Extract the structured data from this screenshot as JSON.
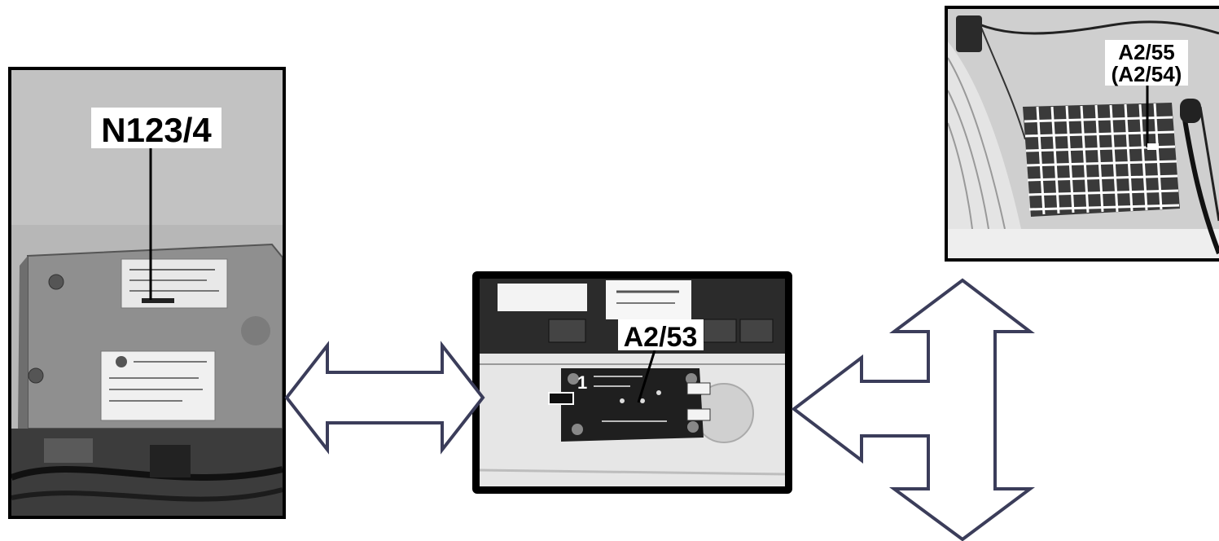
{
  "labels": {
    "left": "N123/4",
    "center": "A2/53",
    "right_line1": "A2/55",
    "right_line2": "(A2/54)"
  },
  "colors": {
    "arrow_stroke": "#3b3d5a",
    "frame": "#000000"
  }
}
